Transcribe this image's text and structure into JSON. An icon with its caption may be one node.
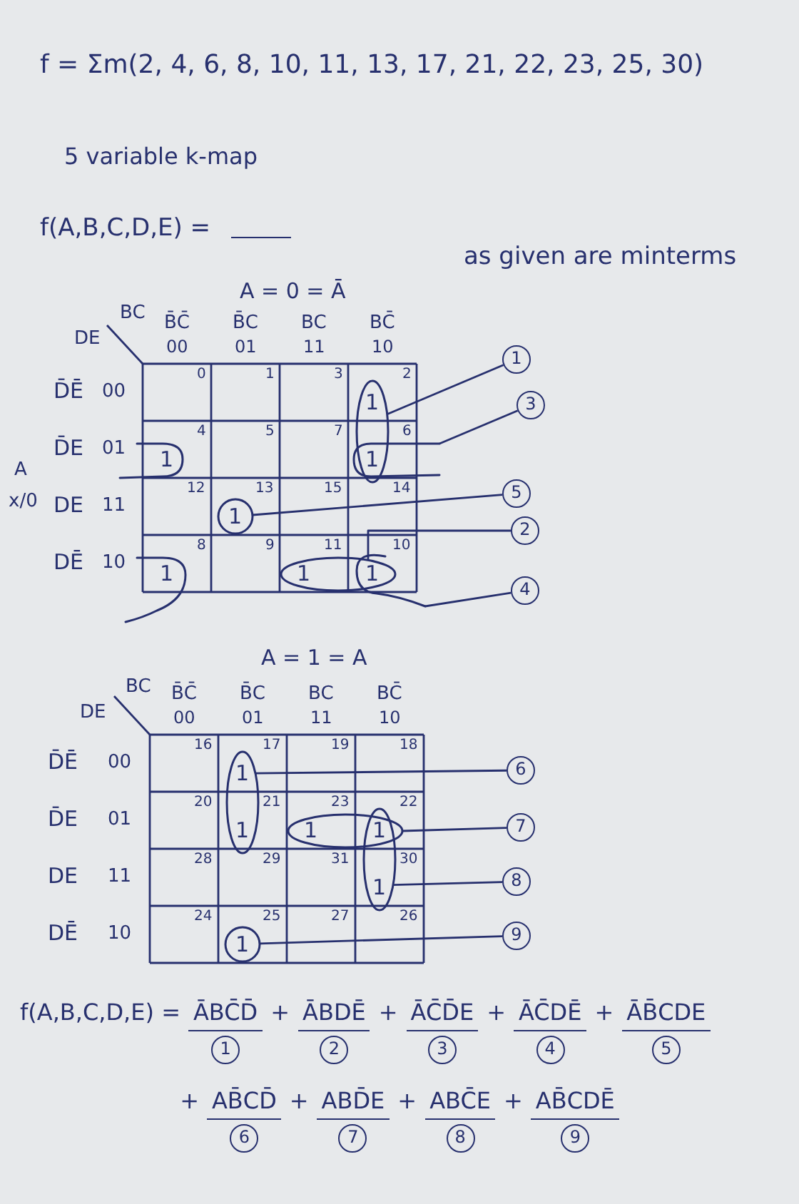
{
  "diagram": {
    "title": "f = Σm(2, 4, 6, 8, 10, 11, 13, 17, 21, 22, 23, 25, 30)",
    "nodes": [
      {
        "text": [],
        "shape": "ellipse"
      },
      {
        "text": [
          "1"
        ]
      },
      {
        "text": [],
        "shape": "arc"
      },
      {
        "text": [
          "3"
        ]
      },
      {
        "text": [],
        "shape": "arc"
      },
      {
        "text": [],
        "shape": "circle"
      },
      {
        "text": [
          "5"
        ]
      },
      {
        "text": [
          "2"
        ]
      },
      {
        "text": [],
        "shape": "arc"
      },
      {
        "text": [],
        "shape": "ellipse"
      },
      {
        "text": [],
        "shape": "arc"
      },
      {
        "text": [
          "4"
        ]
      },
      {
        "text": [],
        "shape": "ellipse"
      },
      {
        "text": [
          "6"
        ]
      },
      {
        "text": [],
        "shape": "ellipse"
      },
      {
        "text": [
          "7"
        ]
      },
      {
        "text": [],
        "shape": "ellipse"
      },
      {
        "text": [
          "8"
        ]
      },
      {
        "text": [],
        "shape": "circle"
      },
      {
        "text": [
          "9"
        ]
      },
      {
        "text": [
          "1"
        ]
      },
      {
        "text": [
          "2"
        ]
      },
      {
        "text": [
          "3"
        ]
      },
      {
        "text": [
          "4"
        ]
      },
      {
        "text": [
          "5"
        ]
      },
      {
        "text": [
          "6"
        ]
      },
      {
        "text": [
          "7"
        ]
      },
      {
        "text": [
          "8"
        ]
      },
      {
        "text": [
          "9"
        ]
      }
    ],
    "edges": [
      {
        "from": 1,
        "to": 0,
        "arrow": "none"
      },
      {
        "from": 3,
        "to": 2,
        "arrow": "none"
      },
      {
        "from": 6,
        "to": 5,
        "arrow": "none"
      },
      {
        "from": 7,
        "to": 9,
        "arrow": "none"
      },
      {
        "from": 11,
        "to": 10,
        "arrow": "none"
      },
      {
        "from": 13,
        "to": 12,
        "arrow": "none"
      },
      {
        "from": 15,
        "to": 14,
        "arrow": "none"
      },
      {
        "from": 17,
        "to": 16,
        "arrow": "none"
      },
      {
        "from": 19,
        "to": 18,
        "arrow": "none"
      }
    ],
    "labels": [
      "5 variable k-map",
      "f(A,B,C,D,E) =",
      "as given are minterms",
      "A = 0 = Ā",
      "DE",
      "BC",
      "B̄C̄",
      "B̄C",
      "BC",
      "BC̄",
      "00",
      "01",
      "11",
      "10",
      "D̄Ē",
      "00",
      "0",
      "1",
      "3",
      "2",
      "1",
      "D̄E",
      "01",
      "4",
      "1",
      "5",
      "7",
      "6",
      "1",
      "A",
      "x/0",
      "DE",
      "11",
      "12",
      "13",
      "1",
      "15",
      "14",
      "DĒ",
      "10",
      "8",
      "1",
      "9",
      "11",
      "1",
      "10",
      "1",
      "A = 1 = A",
      "DE",
      "BC",
      "B̄C̄",
      "B̄C",
      "BC",
      "BC̄",
      "00",
      "01",
      "11",
      "10",
      "D̄Ē",
      "00",
      "16",
      "17",
      "1",
      "19",
      "18",
      "D̄E",
      "01",
      "20",
      "21",
      "1",
      "23",
      "1",
      "22",
      "1",
      "DE",
      "11",
      "28",
      "29",
      "31",
      "30",
      "1",
      "DĒ",
      "10",
      "24",
      "25",
      "1",
      "27",
      "26",
      "f(A,B,C,D,E) =",
      "ĀBC̄D̄",
      "+",
      "ĀBDĒ",
      "+",
      "ĀC̄D̄E",
      "+",
      "ĀC̄DĒ",
      "+",
      "ĀB̄CDE",
      "+",
      "AB̄CD̄",
      "+",
      "ABD̄E",
      "+",
      "ABC̄E",
      "+",
      "AB̄CDĒ"
    ]
  }
}
